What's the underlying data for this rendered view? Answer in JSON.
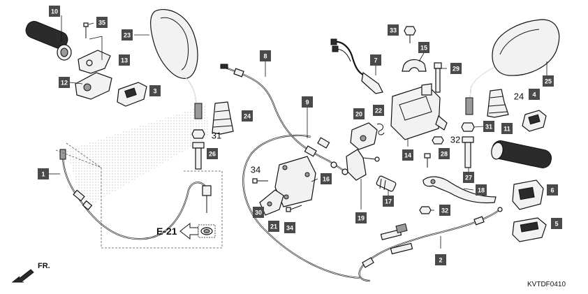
{
  "diagram": {
    "reference_code": "KVTDF0410",
    "section_reference": "E-21",
    "direction_label": "FR.",
    "callouts": [
      {
        "id": "c10",
        "label": "10"
      },
      {
        "id": "c35",
        "label": "35"
      },
      {
        "id": "c23",
        "label": "23"
      },
      {
        "id": "c13",
        "label": "13"
      },
      {
        "id": "c12",
        "label": "12"
      },
      {
        "id": "c3",
        "label": "3"
      },
      {
        "id": "c24a",
        "label": "24"
      },
      {
        "id": "c26",
        "label": "26"
      },
      {
        "id": "c1",
        "label": "1"
      },
      {
        "id": "c8",
        "label": "8"
      },
      {
        "id": "c9",
        "label": "9"
      },
      {
        "id": "c33",
        "label": "33"
      },
      {
        "id": "c15",
        "label": "15"
      },
      {
        "id": "c7",
        "label": "7"
      },
      {
        "id": "c29",
        "label": "29"
      },
      {
        "id": "c20",
        "label": "20"
      },
      {
        "id": "c22",
        "label": "22"
      },
      {
        "id": "c14",
        "label": "14"
      },
      {
        "id": "c16",
        "label": "16"
      },
      {
        "id": "c30",
        "label": "30"
      },
      {
        "id": "c21",
        "label": "21"
      },
      {
        "id": "c34b",
        "label": "34"
      },
      {
        "id": "c19",
        "label": "19"
      },
      {
        "id": "c17",
        "label": "17"
      },
      {
        "id": "c28",
        "label": "28"
      },
      {
        "id": "c27",
        "label": "27"
      },
      {
        "id": "c18",
        "label": "18"
      },
      {
        "id": "c31b",
        "label": "31"
      },
      {
        "id": "c11",
        "label": "11"
      },
      {
        "id": "c4",
        "label": "4"
      },
      {
        "id": "c25",
        "label": "25"
      },
      {
        "id": "c6",
        "label": "6"
      },
      {
        "id": "c5",
        "label": "5"
      },
      {
        "id": "c32b",
        "label": "32"
      },
      {
        "id": "c2",
        "label": "2"
      }
    ],
    "plain_labels": [
      {
        "id": "p31",
        "label": "31"
      },
      {
        "id": "p34",
        "label": "34"
      },
      {
        "id": "p32",
        "label": "32"
      },
      {
        "id": "p24",
        "label": "24"
      }
    ]
  }
}
